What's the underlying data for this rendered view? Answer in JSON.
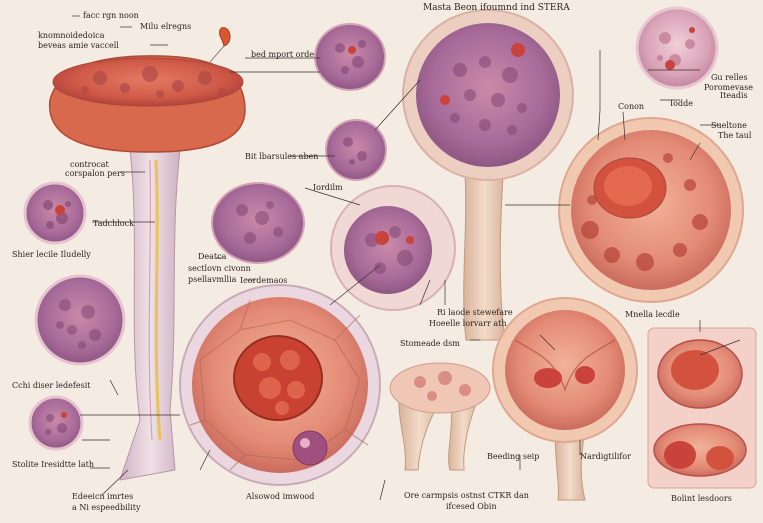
{
  "title": "Masta Beon ifoumnd ind STERA",
  "labels": {
    "tl1": "facc rgn noon",
    "tl2": "Milu elregns",
    "tl3": "knomnoidedoica",
    "tl4": "beveas amie vaccell",
    "top_mid": "bed mport orde",
    "left_mid1": "controcat",
    "left_mid2": "corspalon pers",
    "tadchlock": "Tadchlock",
    "shier": "Shier lecile Iludelly",
    "bit": "Bit lbarsules aben",
    "lordilm": "Iordilm",
    "deatca1": "Deatca",
    "deatca2": "sectlovn civonn",
    "deatca3": "psellavmllia",
    "lordemaos": "Icordemaos",
    "c_small1": "Cchi diser ledefesit",
    "stolite": "Stolite Iresidtte lath",
    "bottom_left1": "Edeeicn imrtes",
    "bottom_left2": "a Ni espeedbility",
    "alsowod": "Alsowod imwood",
    "mid_lower1": "Ri laode stewefare",
    "mid_lower2": "Hoeelle lorvarr ath",
    "stomeade": "Stomeade dsm",
    "ore_bottom1": "Ore carmpsis ostnst CTKR dan",
    "ore_bottom2": "ifcesed Obin",
    "bending": "Beeding seip",
    "nardig": "Nardigtilifor",
    "right1": "Gu relles",
    "right2": "Poromevase",
    "right3": "Iteadis",
    "iodde": "Iodde",
    "conon": "Conon",
    "suetone": "Sueltone",
    "thetaul": "The taul",
    "mnella": "Mnella lecdle",
    "bolinit": "Bolint lesdoors"
  },
  "colors": {
    "background": "#f4ece2",
    "tissue_dark": "#c9433a",
    "tissue_light": "#e38b76",
    "cell_purple": "#a86b9a",
    "cell_pink": "#d7a1b6",
    "stalk": "#e4cfd6"
  }
}
